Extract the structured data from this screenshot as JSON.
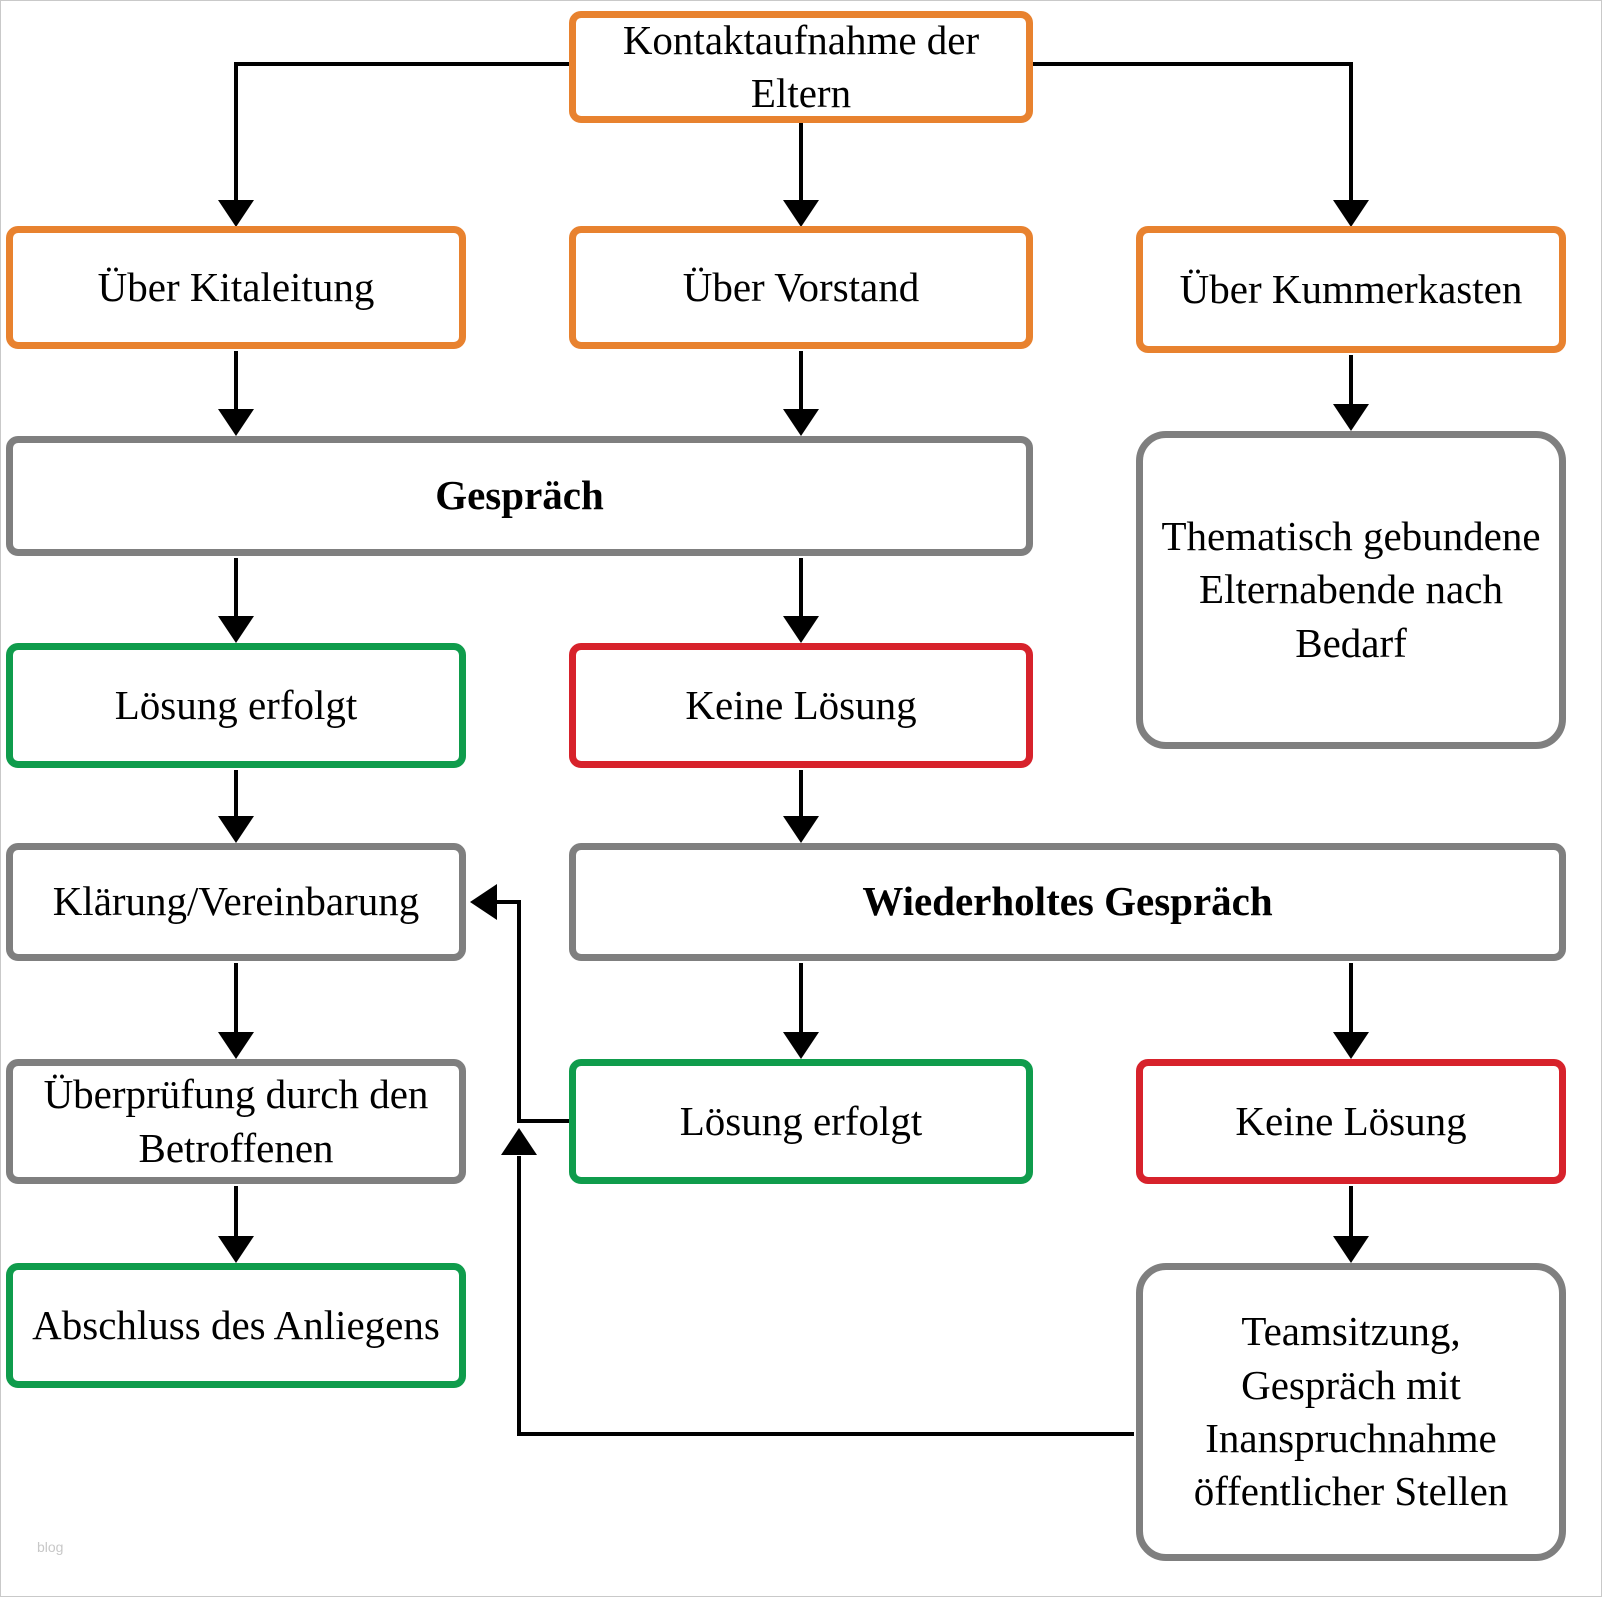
{
  "diagram": {
    "title_not_shown": "",
    "language": "de",
    "colors": {
      "contact_channel_border": "#e8822f",
      "process_border": "#7f7f7f",
      "success_border": "#0f9c4c",
      "failure_border": "#d7222b",
      "connector": "#000000",
      "background": "#ffffff"
    },
    "nodes": [
      {
        "id": "kontaktaufnahme",
        "label": "Kontaktaufnahme der Eltern",
        "type": "contact"
      },
      {
        "id": "kitaleitung",
        "label": "Über Kitaleitung",
        "type": "contact"
      },
      {
        "id": "vorstand",
        "label": "Über Vorstand",
        "type": "contact"
      },
      {
        "id": "kummerkasten",
        "label": "Über Kummerkasten",
        "type": "contact"
      },
      {
        "id": "gespraech",
        "label": "Gespräch",
        "type": "process"
      },
      {
        "id": "thematisch",
        "label": "Thematisch gebundene Elternabende nach Bedarf",
        "type": "process"
      },
      {
        "id": "loesung1",
        "label": "Lösung erfolgt",
        "type": "success"
      },
      {
        "id": "keine1",
        "label": "Keine Lösung",
        "type": "failure"
      },
      {
        "id": "klaerung",
        "label": "Klärung/Vereinbarung",
        "type": "process"
      },
      {
        "id": "wiederholtes",
        "label": "Wiederholtes Gespräch",
        "type": "process"
      },
      {
        "id": "ueberpruefung",
        "label": "Überprüfung durch den Betroffenen",
        "type": "process"
      },
      {
        "id": "loesung2",
        "label": "Lösung erfolgt",
        "type": "success"
      },
      {
        "id": "keine2",
        "label": "Keine Lösung",
        "type": "failure"
      },
      {
        "id": "abschluss",
        "label": "Abschluss des Anliegens",
        "type": "success"
      },
      {
        "id": "teamsitzung",
        "label": "Teamsitzung, Gespräch mit Inanspruchnahme öffentlicher Stellen",
        "type": "process"
      }
    ],
    "edges": [
      {
        "from": "kontaktaufnahme",
        "to": "kitaleitung"
      },
      {
        "from": "kontaktaufnahme",
        "to": "vorstand"
      },
      {
        "from": "kontaktaufnahme",
        "to": "kummerkasten"
      },
      {
        "from": "kitaleitung",
        "to": "gespraech"
      },
      {
        "from": "vorstand",
        "to": "gespraech"
      },
      {
        "from": "kummerkasten",
        "to": "thematisch"
      },
      {
        "from": "gespraech",
        "to": "loesung1"
      },
      {
        "from": "gespraech",
        "to": "keine1"
      },
      {
        "from": "loesung1",
        "to": "klaerung"
      },
      {
        "from": "keine1",
        "to": "wiederholtes"
      },
      {
        "from": "klaerung",
        "to": "ueberpruefung"
      },
      {
        "from": "wiederholtes",
        "to": "loesung2"
      },
      {
        "from": "wiederholtes",
        "to": "keine2"
      },
      {
        "from": "ueberpruefung",
        "to": "abschluss"
      },
      {
        "from": "keine2",
        "to": "teamsitzung"
      },
      {
        "from": "loesung2",
        "to": "klaerung"
      },
      {
        "from": "teamsitzung",
        "to": "klaerung"
      }
    ],
    "watermark": "blog"
  }
}
